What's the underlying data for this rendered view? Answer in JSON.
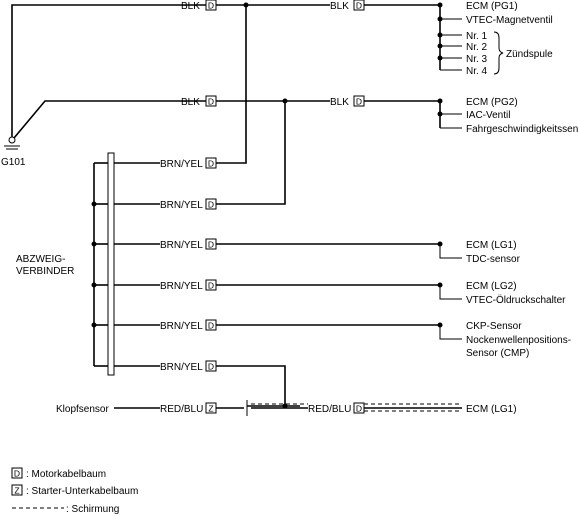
{
  "codes": {
    "d": "D",
    "z": "Z"
  },
  "ground": {
    "label": "G101"
  },
  "splice": {
    "label_line1": "ABZWEIG-",
    "label_line2": "VERBINDER"
  },
  "wires": {
    "blk": "BLK",
    "brn_yel": "BRN/YEL",
    "red_blu": "RED/BLU"
  },
  "knock_sensor": {
    "label": "Klopfsensor"
  },
  "destinations": {
    "pg1": [
      "ECM (PG1)",
      "VTEC-Magnetventil"
    ],
    "ignition_coils": [
      "Nr.  1",
      "Nr.  2",
      "Nr.  3",
      "Nr.  4"
    ],
    "ignition_coil_group": "Zündspule",
    "pg2": [
      "ECM (PG2)",
      "IAC-Ventil",
      "Fahrgeschwindigkeitssensor"
    ],
    "lg1": [
      "ECM (LG1)",
      "TDC-sensor"
    ],
    "lg2": [
      "ECM (LG2)",
      "VTEC-Öldruckschalter"
    ],
    "ckp": [
      "CKP-Sensor",
      "Nockenwellenpositions-",
      "Sensor (CMP)"
    ],
    "lg1_knock": "ECM (LG1)"
  },
  "legend": {
    "engine_harness": ": Motorkabelbaum",
    "starter_sub_harness": ": Starter-Unterkabelbaum",
    "shield": ":   Schirmung"
  }
}
